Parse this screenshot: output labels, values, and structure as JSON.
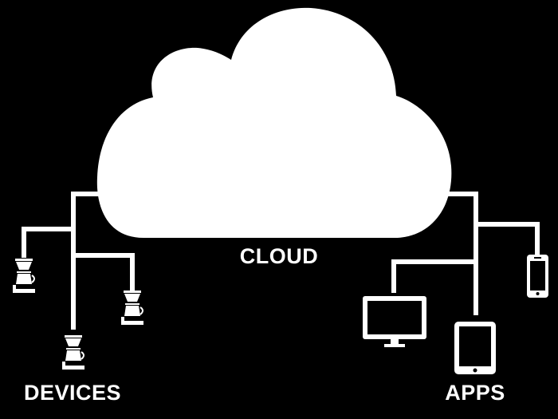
{
  "colors": {
    "background": "#000000",
    "foreground": "#ffffff"
  },
  "labels": {
    "cloud": "CLOUD",
    "devices": "DEVICES",
    "apps": "APPS"
  },
  "icons": {
    "cloud": "cloud-icon",
    "coffee_maker": "coffee-maker-icon",
    "monitor": "desktop-monitor-icon",
    "tablet": "tablet-icon",
    "phone": "smartphone-icon"
  }
}
